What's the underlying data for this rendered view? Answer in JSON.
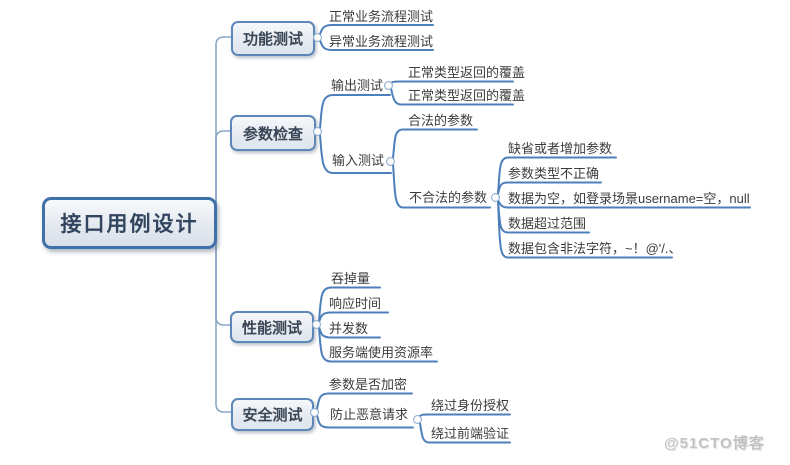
{
  "root": {
    "label": "接口用例设计"
  },
  "branches": [
    {
      "label": "功能测试",
      "children": [
        {
          "label": "正常业务流程测试"
        },
        {
          "label": "异常业务流程测试"
        }
      ]
    },
    {
      "label": "参数检查",
      "children": [
        {
          "label": "输出测试",
          "children": [
            {
              "label": "正常类型返回的覆盖"
            },
            {
              "label": "正常类型返回的覆盖"
            }
          ]
        },
        {
          "label": "输入测试",
          "children": [
            {
              "label": "合法的参数"
            },
            {
              "label": "不合法的参数",
              "children": [
                {
                  "label": "缺省或者增加参数"
                },
                {
                  "label": "参数类型不正确"
                },
                {
                  "label": "数据为空，如登录场景username=空，null"
                },
                {
                  "label": "数据超过范围"
                },
                {
                  "label": "数据包含非法字符，~！@'/.、"
                }
              ]
            }
          ]
        }
      ]
    },
    {
      "label": "性能测试",
      "children": [
        {
          "label": "吞掉量"
        },
        {
          "label": "响应时间"
        },
        {
          "label": "并发数"
        },
        {
          "label": "服务端使用资源率"
        }
      ]
    },
    {
      "label": "安全测试",
      "children": [
        {
          "label": "参数是否加密"
        },
        {
          "label": "防止恶意请求",
          "children": [
            {
              "label": "绕过身份授权"
            },
            {
              "label": "绕过前端验证"
            }
          ]
        }
      ]
    }
  ],
  "watermark": "@51CTO博客",
  "colors": {
    "branch_line": "#4d7fba",
    "trunk_line": "#8aa6c7",
    "node_border": "#5d87b8",
    "root_border": "#4070a8",
    "node_fill_top": "#f6f8fa",
    "node_fill_bottom": "#dfe5ed",
    "leaf_text": "#3c3c3c",
    "watermark_gray": "#c2c2c2"
  }
}
